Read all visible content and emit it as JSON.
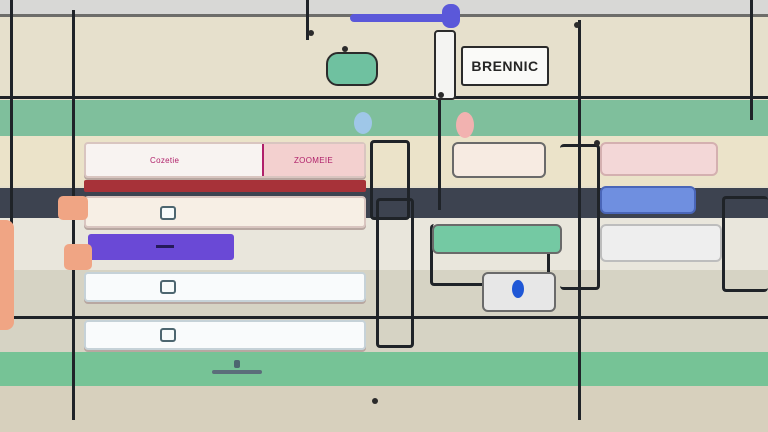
{
  "brand_sign": {
    "text": "BRENNIC"
  },
  "rows": [
    {
      "left_tag": "Cozetie",
      "right_tag": "ZOOMEIE"
    }
  ],
  "right_cards": {
    "pink_card_text": "",
    "blue_card_text": "",
    "green_card_text": ""
  },
  "colors": {
    "accent_purple": "#6a49d6",
    "accent_green": "#7fbf9c",
    "accent_blue": "#1f57d6",
    "tag_pink": "#b0206a"
  }
}
